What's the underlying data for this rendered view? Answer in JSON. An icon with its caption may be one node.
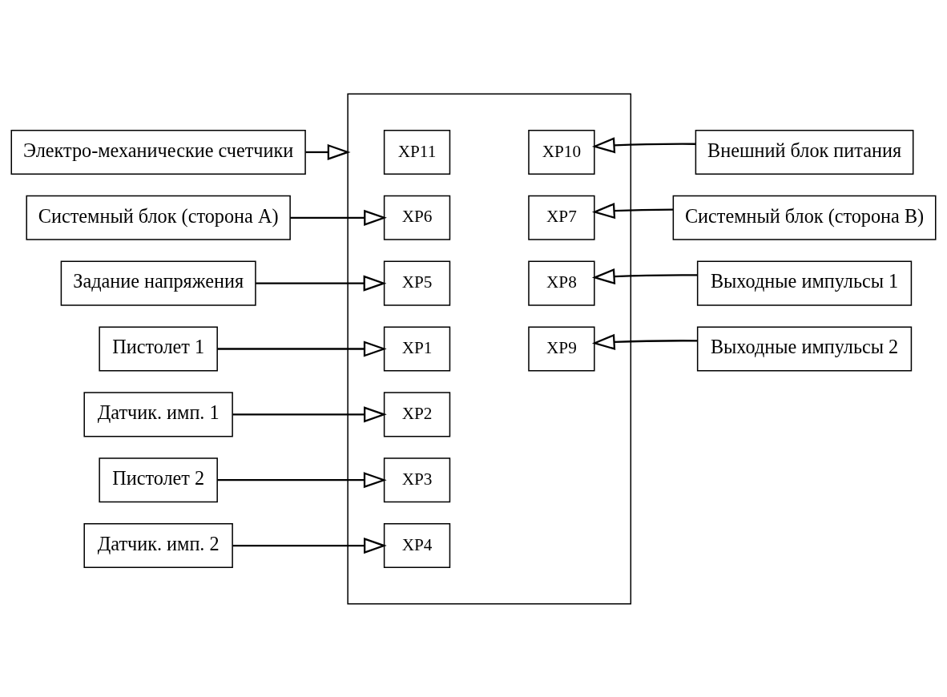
{
  "diagram": {
    "nodes": [
      {
        "text": [
          "Электро-механические счетчики"
        ]
      },
      {
        "text": [],
        "shape": "box"
      },
      {
        "text": [
          "XP11"
        ],
        "in": 1
      },
      {
        "text": [
          "XP10"
        ],
        "in": 1
      },
      {
        "text": [
          "Внешний блок питания"
        ]
      },
      {
        "text": [
          "Системный блок (сторона А)"
        ]
      },
      {
        "text": [
          "XP6"
        ],
        "in": 1
      },
      {
        "text": [
          "XP7"
        ],
        "in": 1
      },
      {
        "text": [
          "Системный блок (сторона В)"
        ]
      },
      {
        "text": [
          "Задание напряжения"
        ]
      },
      {
        "text": [
          "XP5"
        ],
        "in": 1
      },
      {
        "text": [
          "Пистолет 1"
        ]
      },
      {
        "text": [
          "XP1"
        ],
        "in": 1
      },
      {
        "text": [
          "Датчик. имп. 1"
        ]
      },
      {
        "text": [
          "XP2"
        ],
        "in": 1
      },
      {
        "text": [
          "XP8"
        ],
        "in": 1
      },
      {
        "text": [
          "Выходные импульсы 1"
        ]
      },
      {
        "text": [
          "Пистолет 2"
        ]
      },
      {
        "text": [
          "XP3"
        ],
        "in": 1
      },
      {
        "text": [
          "XP9"
        ],
        "in": 1
      },
      {
        "text": [
          "Выходные импульсы 2"
        ]
      },
      {
        "text": [
          "Датчик. имп. 2"
        ]
      },
      {
        "text": [
          "XP4"
        ],
        "in": 1
      }
    ],
    "edges": [
      {
        "from": 0,
        "to": 1,
        "arrow": "to"
      },
      {
        "from": 4,
        "to": 3,
        "arrow": "to"
      },
      {
        "from": 5,
        "to": 6,
        "arrow": "to"
      },
      {
        "from": 8,
        "to": 7,
        "arrow": "to"
      },
      {
        "from": 9,
        "to": 10,
        "arrow": "to"
      },
      {
        "from": 11,
        "to": 12,
        "arrow": "to"
      },
      {
        "from": 13,
        "to": 14,
        "arrow": "to"
      },
      {
        "from": 16,
        "to": 15,
        "arrow": "to"
      },
      {
        "from": 17,
        "to": 18,
        "arrow": "to"
      },
      {
        "from": 20,
        "to": 19,
        "arrow": "to"
      },
      {
        "from": 21,
        "to": 22,
        "arrow": "to"
      }
    ]
  }
}
